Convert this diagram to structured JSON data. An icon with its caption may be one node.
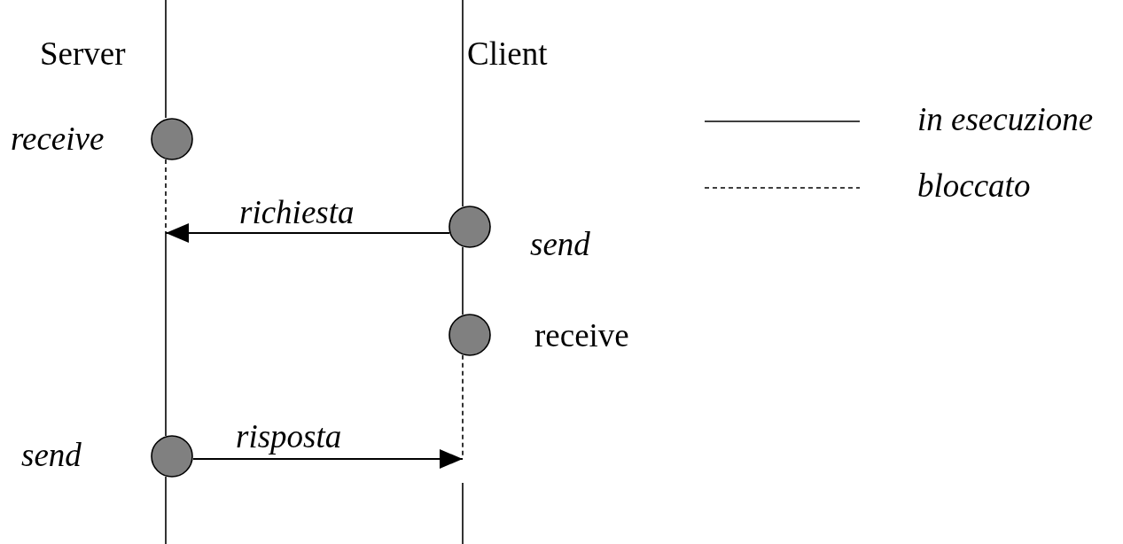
{
  "diagram": {
    "nodes": [
      {
        "text": [],
        "shape": "circle",
        "beside": [
          "receive"
        ]
      },
      {
        "text": [],
        "shape": "circle",
        "beside": [
          "send"
        ]
      },
      {
        "text": [],
        "shape": "circle",
        "beside": [
          "receive"
        ]
      },
      {
        "text": [],
        "shape": "circle",
        "beside": [
          "send"
        ]
      }
    ],
    "edges": [
      {
        "from": 1,
        "to": null,
        "arrow": "to",
        "label": "richiesta"
      },
      {
        "from": 3,
        "to": null,
        "arrow": "to",
        "label": "risposta"
      },
      {
        "from": 0,
        "to": null,
        "arrow": "none",
        "style": "dashed"
      },
      {
        "from": 1,
        "to": 2,
        "arrow": "none"
      },
      {
        "from": 2,
        "to": null,
        "arrow": "none",
        "style": "dashed"
      },
      {
        "from": null,
        "to": 3,
        "arrow": "none"
      }
    ],
    "labels": [
      "Server",
      "Client"
    ],
    "legend": [
      {
        "text": "in esecuzione"
      },
      {
        "text": "bloccato"
      }
    ]
  }
}
